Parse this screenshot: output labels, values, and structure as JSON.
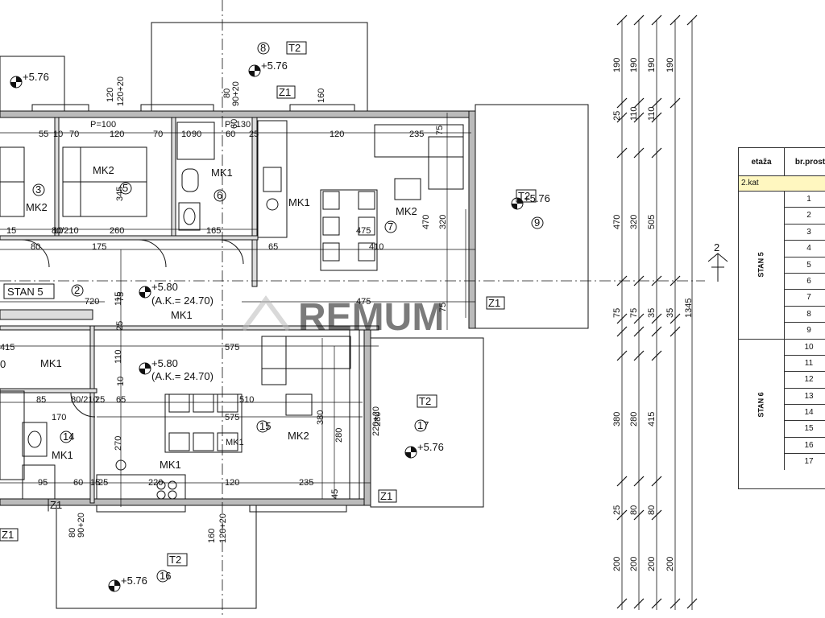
{
  "plan": {
    "elevations": [
      {
        "id": "e1",
        "text": "+5.76"
      },
      {
        "id": "e2",
        "text": "+5.76"
      },
      {
        "id": "e3",
        "text": "+5.76"
      },
      {
        "id": "e4",
        "text": "+5.76"
      },
      {
        "id": "e5",
        "text": "+5.76"
      },
      {
        "id": "e6",
        "text": "+5.80"
      },
      {
        "id": "e7",
        "text": "+5.80"
      }
    ],
    "ak_labels": [
      "(A.K.= 24.70)",
      "(A.K.= 24.70)"
    ],
    "room_numbers": [
      "2",
      "3",
      "5",
      "6",
      "7",
      "8",
      "9",
      "14",
      "15",
      "16",
      "17",
      "0"
    ],
    "surface_codes": [
      "MK2",
      "MK1",
      "MK1",
      "MK2",
      "MK2",
      "MK1",
      "MK1",
      "MK1",
      "MK1",
      "MK2",
      "MK1",
      "T2",
      "T2",
      "T2",
      "T2",
      "Z1",
      "Z1",
      "Z1",
      "Z1",
      "Z1"
    ],
    "apartment_label": "STAN 5",
    "section_marker": "2",
    "watermark": "REMUM",
    "dimensions_horizontal": [
      "55",
      "10",
      "70",
      "120",
      "70",
      "10",
      "90",
      "60",
      "25",
      "120",
      "235",
      "P=100",
      "P=130",
      "720",
      "475",
      "415",
      "575",
      "510",
      "575",
      "220",
      "120",
      "235",
      "85",
      "65",
      "170",
      "95",
      "60",
      "15",
      "25",
      "260",
      "175",
      "80",
      "165",
      "65",
      "410",
      "475",
      "15",
      "80/210",
      "80/210",
      "25",
      "10"
    ],
    "dimensions_vertical_right": [
      [
        "190",
        "190",
        "190",
        "190"
      ],
      [
        "25",
        "110",
        "110"
      ],
      [
        "470",
        "320",
        "505"
      ],
      [
        "75",
        "75",
        "35",
        "35"
      ],
      [
        "380",
        "280",
        "415",
        "1345"
      ],
      [
        "25",
        "80",
        "80"
      ],
      [
        "200",
        "200",
        "200",
        "200"
      ]
    ],
    "dimensions_vertical_plan": [
      "120",
      "120+20",
      "160",
      "80",
      "90+20",
      "345",
      "320",
      "470",
      "75",
      "115",
      "75",
      "110",
      "270",
      "380",
      "280",
      "220+20",
      "280",
      "45",
      "160",
      "120+20",
      "80",
      "90+20",
      "25",
      "60",
      "75",
      "10"
    ]
  },
  "legend": {
    "col_etaza": "etaža",
    "col_br": "br.prost",
    "floor": "2.kat",
    "groups": [
      {
        "name": "STAN 5",
        "rows": [
          "1",
          "2",
          "3",
          "4",
          "5",
          "6",
          "7",
          "8",
          "9"
        ]
      },
      {
        "name": "STAN 6",
        "rows": [
          "10",
          "11",
          "12",
          "13",
          "14",
          "15",
          "16",
          "17"
        ]
      }
    ]
  },
  "colors": {
    "line": "#111111",
    "watermark": "#c9c9c9",
    "legend_header": "#fff7c0"
  }
}
